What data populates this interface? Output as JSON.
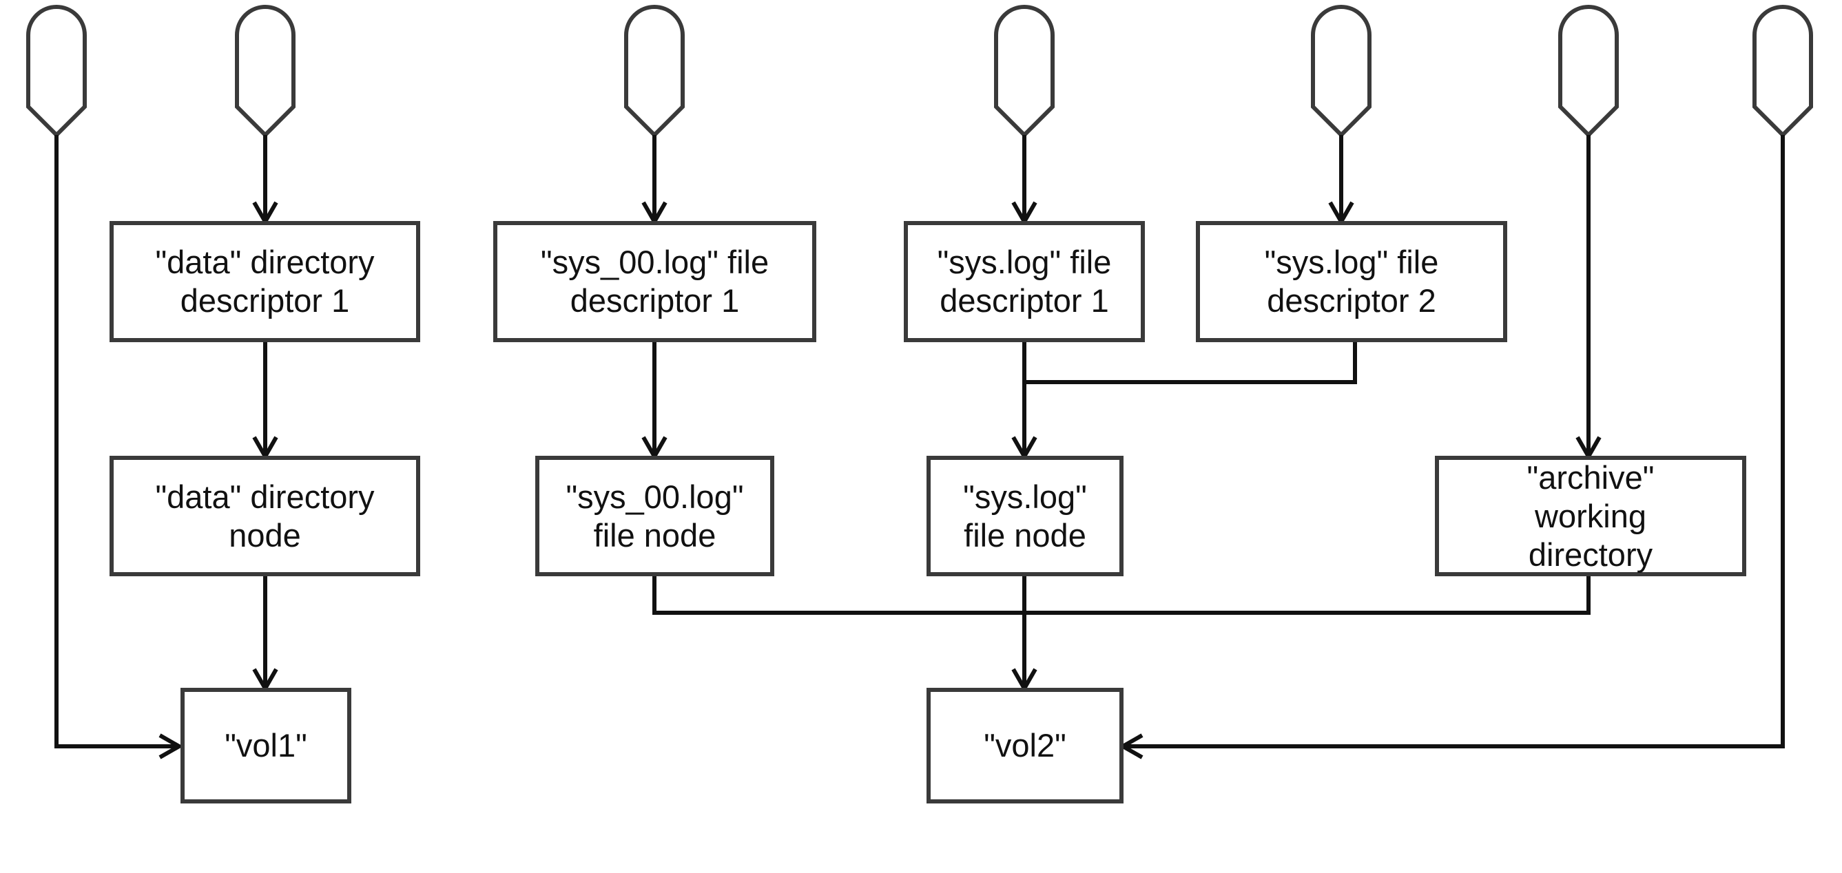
{
  "colors": {
    "box_border": "#3a3a3a",
    "edge": "#111111",
    "background": "#ffffff"
  },
  "nodes": {
    "data_dir_descriptor_1": "\"data\" directory\ndescriptor 1",
    "sys00_file_descriptor_1": "\"sys_00.log\" file\ndescriptor 1",
    "syslog_file_descriptor_1": "\"sys.log\" file\ndescriptor 1",
    "syslog_file_descriptor_2": "\"sys.log\" file\ndescriptor 2",
    "data_dir_node": "\"data\" directory\nnode",
    "sys00_file_node": "\"sys_00.log\"\nfile node",
    "syslog_file_node": "\"sys.log\"\nfile node",
    "archive_working_dir": "\"archive\"\nworking\ndirectory",
    "vol1": "\"vol1\"",
    "vol2": "\"vol2\""
  },
  "edges": [
    {
      "from": "handle-1",
      "to": "vol1"
    },
    {
      "from": "handle-2",
      "to": "data_dir_descriptor_1"
    },
    {
      "from": "handle-3",
      "to": "sys00_file_descriptor_1"
    },
    {
      "from": "handle-4",
      "to": "syslog_file_descriptor_1"
    },
    {
      "from": "handle-5",
      "to": "syslog_file_descriptor_2"
    },
    {
      "from": "handle-6",
      "to": "archive_working_dir"
    },
    {
      "from": "handle-7",
      "to": "vol2"
    },
    {
      "from": "data_dir_descriptor_1",
      "to": "data_dir_node"
    },
    {
      "from": "data_dir_node",
      "to": "vol1"
    },
    {
      "from": "sys00_file_descriptor_1",
      "to": "sys00_file_node"
    },
    {
      "from": "syslog_file_descriptor_1",
      "to": "syslog_file_node"
    },
    {
      "from": "syslog_file_descriptor_2",
      "to": "syslog_file_node"
    },
    {
      "from": "sys00_file_node",
      "to": "vol2"
    },
    {
      "from": "syslog_file_node",
      "to": "vol2"
    },
    {
      "from": "archive_working_dir",
      "to": "vol2"
    }
  ]
}
